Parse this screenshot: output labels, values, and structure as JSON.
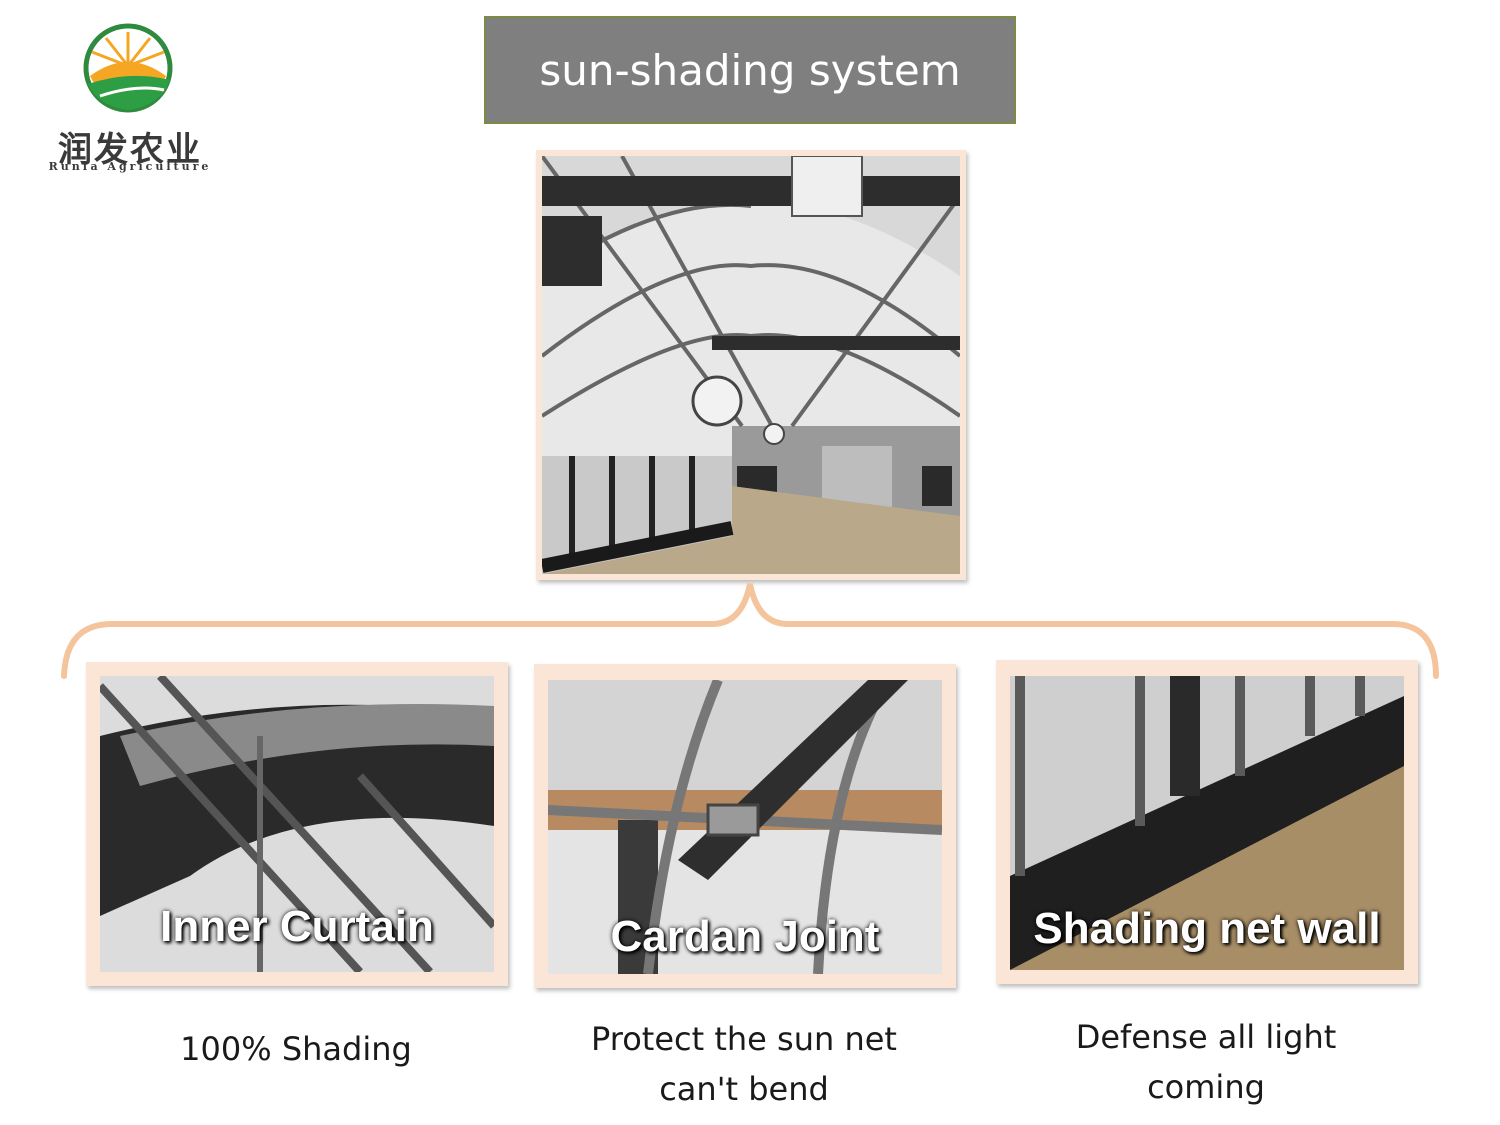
{
  "logo": {
    "chinese_name": "润发农业",
    "english_name": "Runfa Agriculture",
    "colors": {
      "sun": "#f5a623",
      "field": "#2e9e44",
      "ring": "#2e8b3e"
    }
  },
  "header": {
    "title": "sun-shading system"
  },
  "main_photo": {
    "icon": "greenhouse-interior-photo"
  },
  "brace_color": "#f4c49c",
  "items": [
    {
      "overlay_label": "Inner Curtain",
      "caption_lines": [
        "100% Shading"
      ]
    },
    {
      "overlay_label": "Cardan Joint",
      "caption_lines": [
        "Protect the sun net",
        "can't bend"
      ]
    },
    {
      "overlay_label": "Shading net wall",
      "caption_lines": [
        "Defense all light",
        "coming"
      ]
    }
  ]
}
